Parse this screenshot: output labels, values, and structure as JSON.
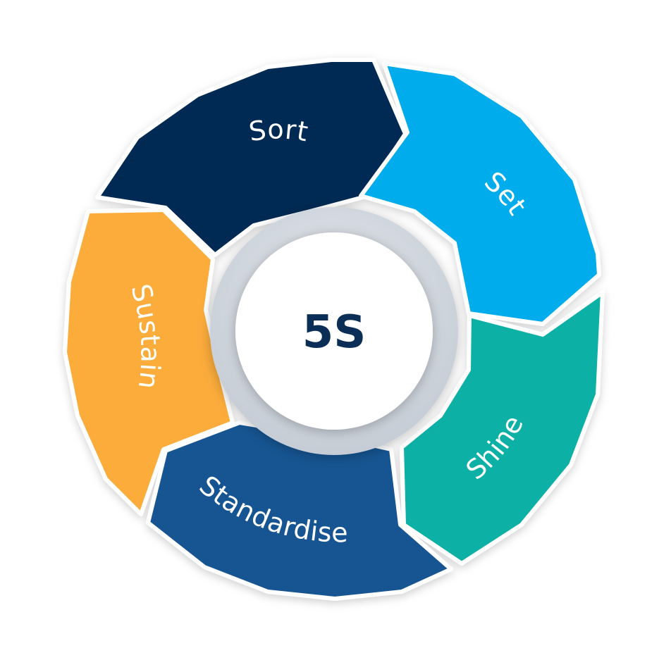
{
  "center": {
    "title": "5S",
    "color": "#0b2e57"
  },
  "segments": [
    {
      "id": "sort",
      "label": "Sort",
      "color": "#062c52"
    },
    {
      "id": "set",
      "label": "Set",
      "color": "#03acec"
    },
    {
      "id": "shine",
      "label": "Shine",
      "color": "#0bb0a5"
    },
    {
      "id": "standardise",
      "label": "Standardise",
      "color": "#175592"
    },
    {
      "id": "sustain",
      "label": "Sustain",
      "color": "#fbac3a"
    }
  ]
}
